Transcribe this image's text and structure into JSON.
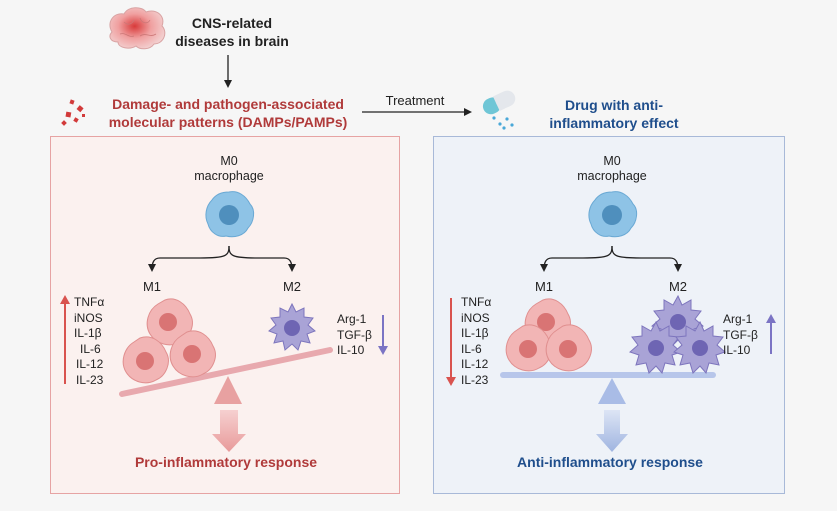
{
  "top": {
    "cns_line1": "CNS-related",
    "cns_line2": "diseases in brain",
    "damps_line1": "Damage- and pathogen-associated",
    "damps_line2": "molecular patterns (DAMPs/PAMPs)",
    "treatment": "Treatment",
    "drug_line1": "Drug with anti-",
    "drug_line2": "inflammatory effect"
  },
  "left_panel": {
    "m0_line1": "M0",
    "m0_line2": "macrophage",
    "m1": "M1",
    "m2": "M2",
    "cytokines_m1": [
      "TNFα",
      "iNOS",
      "IL-1β",
      "IL-6",
      "IL-12",
      "IL-23"
    ],
    "cytokines_m2": [
      "Arg-1",
      "TGF-β",
      "IL-10"
    ],
    "response": "Pro-inflammatory response"
  },
  "right_panel": {
    "m0_line1": "M0",
    "m0_line2": "macrophage",
    "m1": "M1",
    "m2": "M2",
    "cytokines_m1": [
      "TNFα",
      "iNOS",
      "IL-1β",
      "IL-6",
      "IL-12",
      "IL-23"
    ],
    "cytokines_m2": [
      "Arg-1",
      "TGF-β",
      "IL-10"
    ],
    "response": "Anti-inflammatory response"
  },
  "colors": {
    "pro": "#b03a3a",
    "anti": "#1f4e8c",
    "m1_cell": "#f2b5b5",
    "m2_cell": "#a9a3d6",
    "m0_cell": "#8ec3e6"
  }
}
